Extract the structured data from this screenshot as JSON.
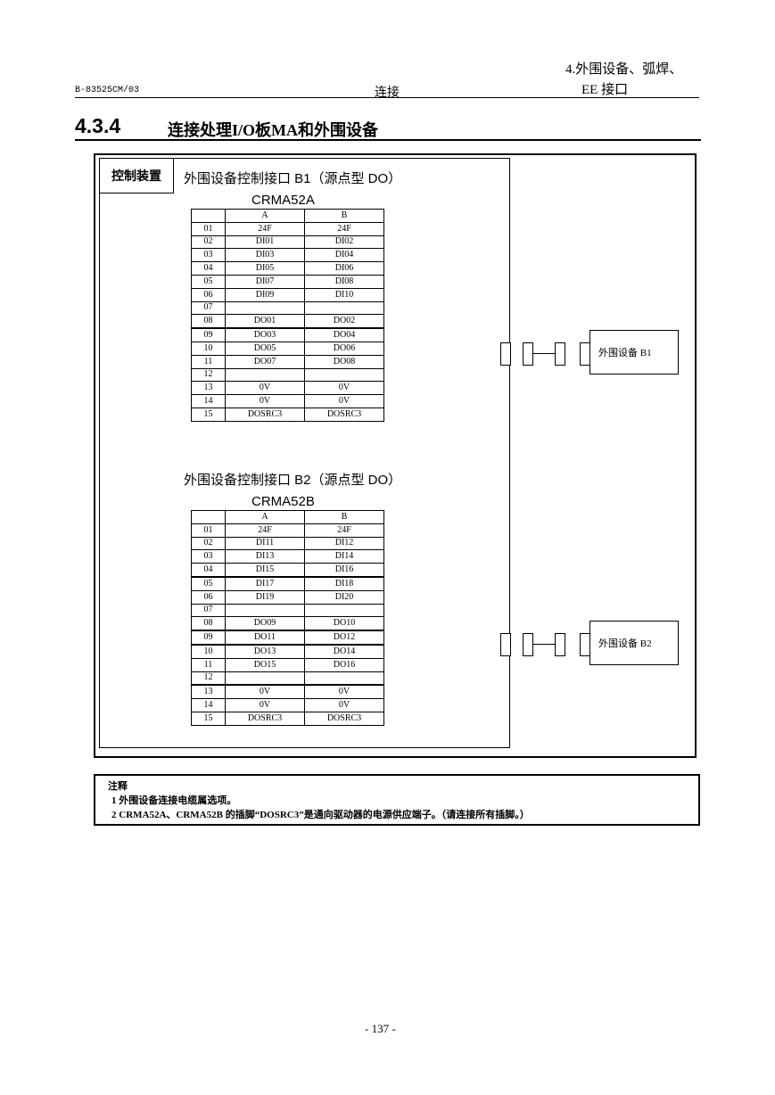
{
  "header": {
    "doc_code": "B-83525CM/03",
    "center": "连接",
    "right_line1": "4.外围设备、弧焊、",
    "right_line2": "EE 接口"
  },
  "section": {
    "number": "4.3.4",
    "title": "连接处理I/O板MA和外围设备"
  },
  "diagram": {
    "controller_label": "控制装置",
    "interfaces": [
      {
        "title": "外围设备控制接口 B1（源点型 DO）",
        "connector": "CRMA52A",
        "columns": [
          "",
          "A",
          "B"
        ],
        "rows": [
          [
            "01",
            "24F",
            "24F"
          ],
          [
            "02",
            "DI01",
            "DI02"
          ],
          [
            "03",
            "DI03",
            "DI04"
          ],
          [
            "04",
            "DI05",
            "DI06"
          ],
          [
            "05",
            "DI07",
            "DI08"
          ],
          [
            "06",
            "DI09",
            "DI10"
          ],
          [
            "07",
            "",
            ""
          ],
          [
            "08",
            "DO01",
            "DO02"
          ],
          [
            "09",
            "DO03",
            "DO04"
          ],
          [
            "10",
            "DO05",
            "DO06"
          ],
          [
            "11",
            "DO07",
            "DO08"
          ],
          [
            "12",
            "",
            ""
          ],
          [
            "13",
            "0V",
            "0V"
          ],
          [
            "14",
            "0V",
            "0V"
          ],
          [
            "15",
            "DOSRC3",
            "DOSRC3"
          ]
        ],
        "device": "外围设备 B1"
      },
      {
        "title": "外围设备控制接口 B2（源点型 DO）",
        "connector": "CRMA52B",
        "columns": [
          "",
          "A",
          "B"
        ],
        "rows": [
          [
            "01",
            "24F",
            "24F"
          ],
          [
            "02",
            "DI11",
            "DI12"
          ],
          [
            "03",
            "DI13",
            "DI14"
          ],
          [
            "04",
            "DI15",
            "DI16"
          ],
          [
            "05",
            "DI17",
            "DI18"
          ],
          [
            "06",
            "DI19",
            "DI20"
          ],
          [
            "07",
            "",
            ""
          ],
          [
            "08",
            "DO09",
            "DO10"
          ],
          [
            "09",
            "DO11",
            "DO12"
          ],
          [
            "10",
            "DO13",
            "DO14"
          ],
          [
            "11",
            "DO15",
            "DO16"
          ],
          [
            "12",
            "",
            ""
          ],
          [
            "13",
            "0V",
            "0V"
          ],
          [
            "14",
            "0V",
            "0V"
          ],
          [
            "15",
            "DOSRC3",
            "DOSRC3"
          ]
        ],
        "device": "外围设备 B2"
      }
    ]
  },
  "notes": {
    "heading": "注释",
    "items": [
      "1  外围设备连接电缆属选项。",
      "2  CRMA52A、CRMA52B 的插脚“DOSRC3”是通向驱动器的电源供应端子。（请连接所有插脚。）"
    ]
  },
  "page_number": "- 137 -"
}
